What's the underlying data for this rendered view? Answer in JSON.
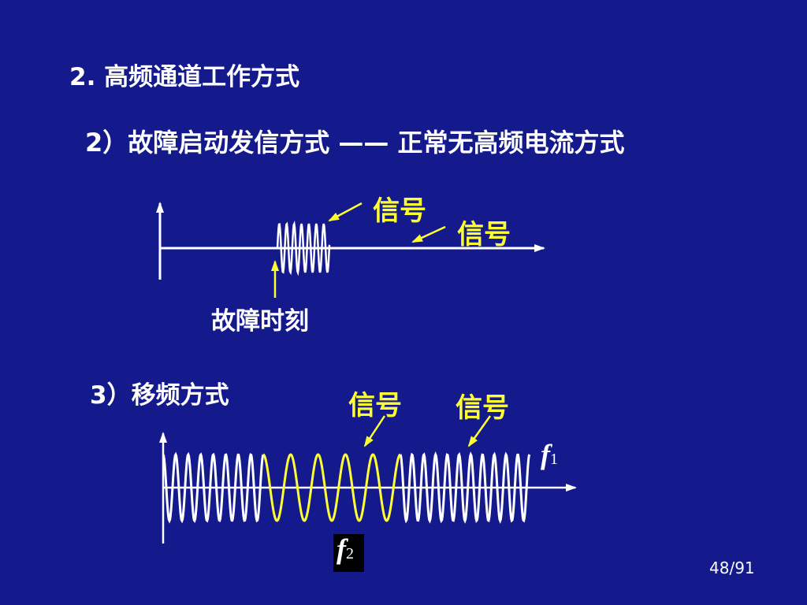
{
  "title": "2. 高频通道工作方式",
  "section2": {
    "heading": "2）故障启动发信方式 —— 正常无高频电流方式",
    "signal_label_1": "信号",
    "signal_label_2": "信号",
    "fault_label": "故障时刻"
  },
  "section3": {
    "heading": "3）移频方式",
    "signal_label_1": "信号",
    "signal_label_2": "信号",
    "f1_symbol": "f",
    "f1_subscript": "1",
    "f2_symbol": "f",
    "f2_subscript": "2"
  },
  "page_number": "48/91",
  "colors": {
    "background": "#141a8c",
    "text": "#ffffff",
    "highlight": "#ffff33"
  }
}
